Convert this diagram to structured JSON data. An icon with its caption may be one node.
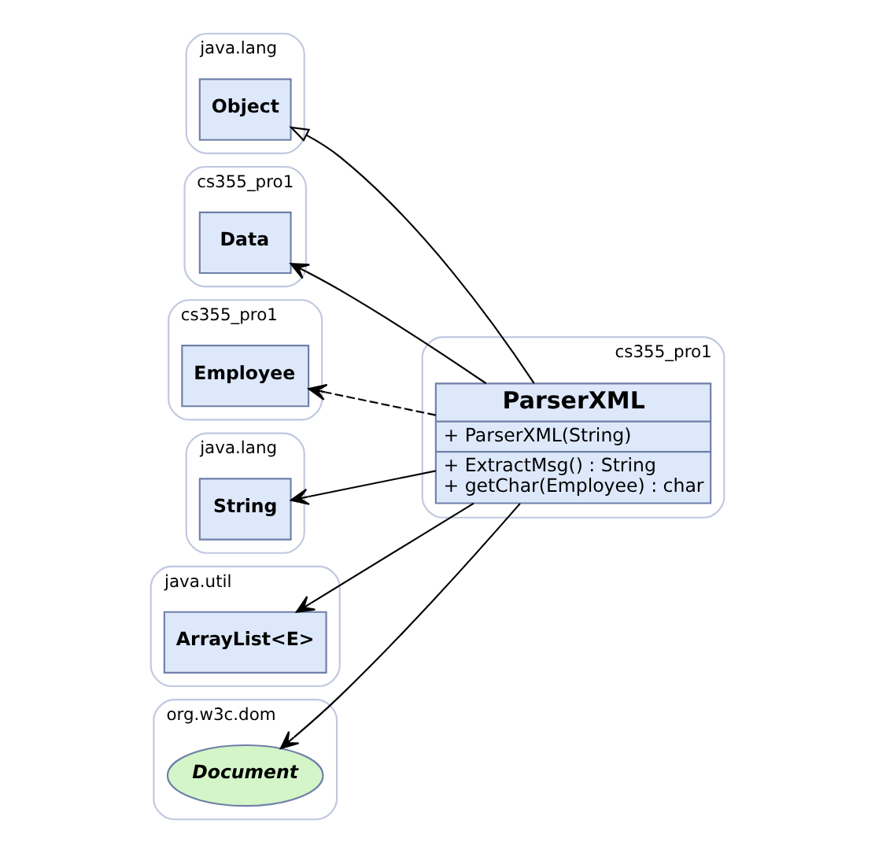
{
  "diagram": {
    "nodes": [
      {
        "text": [
          "java.lang"
        ]
      },
      {
        "text": [
          "Object"
        ],
        "in": 0
      },
      {
        "text": [
          "cs355_pro1"
        ]
      },
      {
        "text": [
          "Data"
        ],
        "in": 2
      },
      {
        "text": [
          "cs355_pro1"
        ]
      },
      {
        "text": [
          "ParserXML",
          "+ ParserXML(String)",
          "+ ExtractMsg() : String",
          "+ getChar(Employee) : char"
        ],
        "in": 4
      },
      {
        "text": [
          "cs355_pro1"
        ]
      },
      {
        "text": [
          "Employee"
        ],
        "in": 6
      },
      {
        "text": [
          "java.lang"
        ]
      },
      {
        "text": [
          "String"
        ],
        "in": 8
      },
      {
        "text": [
          "java.util"
        ]
      },
      {
        "text": [
          "ArrayList<E>"
        ],
        "in": 10
      },
      {
        "text": [
          "org.w3c.dom"
        ]
      },
      {
        "text": [
          "Document"
        ],
        "in": 12
      }
    ],
    "edges": [
      {
        "from": 5,
        "to": 1,
        "arrow": "to"
      },
      {
        "from": 5,
        "to": 3,
        "arrow": "to"
      },
      {
        "from": 5,
        "to": 7,
        "arrow": "to",
        "style": "dashed"
      },
      {
        "from": 5,
        "to": 9,
        "arrow": "to"
      },
      {
        "from": 5,
        "to": 11,
        "arrow": "to"
      },
      {
        "from": 5,
        "to": 13,
        "arrow": "to"
      }
    ]
  }
}
